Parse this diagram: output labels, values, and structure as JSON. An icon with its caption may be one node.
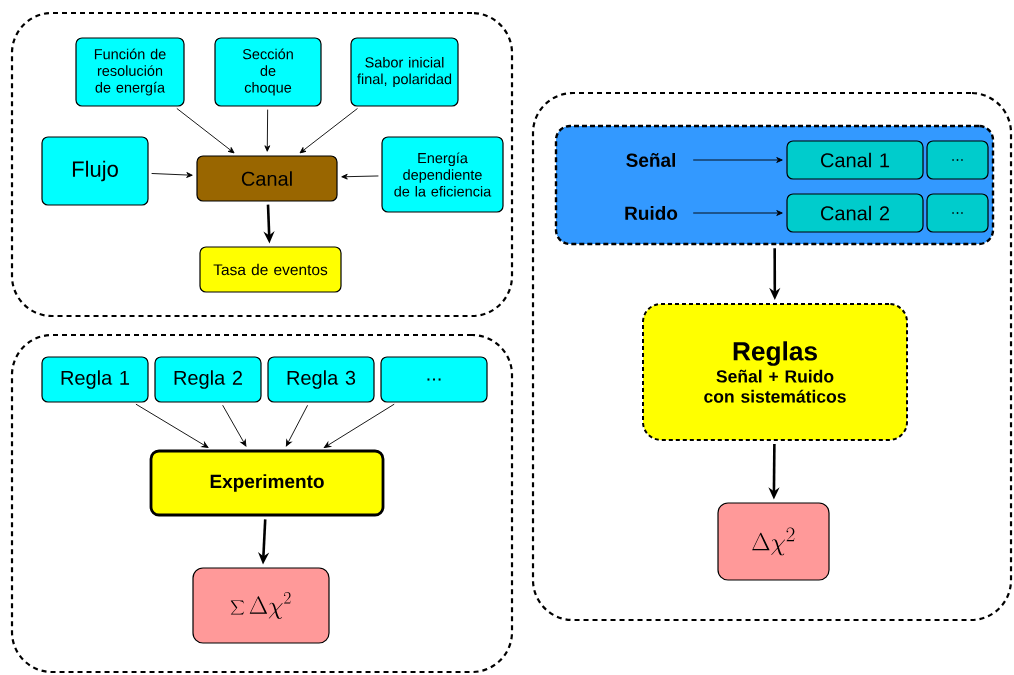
{
  "diagram": {
    "nodes": [
      {
        "text": [],
        "shape": "box"
      },
      {
        "text": [
          "Función de resolución de energía"
        ],
        "in": 0
      },
      {
        "text": [
          "Sección de choque"
        ],
        "in": 0
      },
      {
        "text": [
          "Sabor inicial final, polaridad"
        ],
        "in": 0
      },
      {
        "text": [
          "Flujo"
        ],
        "in": 0
      },
      {
        "text": [
          "Canal"
        ],
        "in": 0
      },
      {
        "text": [
          "Energía dependiente de la eficiencia"
        ],
        "in": 0
      },
      {
        "text": [
          "Tasa de eventos"
        ],
        "in": 0
      },
      {
        "text": [],
        "shape": "box"
      },
      {
        "text": [
          "Regla 1"
        ],
        "in": 8
      },
      {
        "text": [
          "Regla 2"
        ],
        "in": 8
      },
      {
        "text": [
          "Regla 3"
        ],
        "in": 8
      },
      {
        "text": [
          "..."
        ],
        "in": 8
      },
      {
        "text": [
          "Experimento"
        ],
        "in": 8
      },
      {
        "text": [
          "\\sum \\Delta\\chi^{2}"
        ],
        "in": 8
      },
      {
        "text": [],
        "shape": "box"
      },
      {
        "text": [],
        "shape": "box",
        "in": 15
      },
      {
        "text": [
          "Señal"
        ],
        "in": 16
      },
      {
        "text": [
          "Ruido"
        ],
        "in": 16
      },
      {
        "text": [
          "Canal 1"
        ],
        "in": 16
      },
      {
        "text": [
          "..."
        ],
        "in": 16
      },
      {
        "text": [
          "Canal 2"
        ],
        "in": 16
      },
      {
        "text": [
          "..."
        ],
        "in": 16
      },
      {
        "text": [
          "Reglas",
          "Señal + Ruido con sistemáticos"
        ],
        "in": 15
      },
      {
        "text": [
          "\\Delta\\chi^{2}"
        ],
        "in": 15
      }
    ],
    "edges": [
      {
        "from": 1,
        "to": 5,
        "arrow": "to"
      },
      {
        "from": 2,
        "to": 5,
        "arrow": "to"
      },
      {
        "from": 3,
        "to": 5,
        "arrow": "to"
      },
      {
        "from": 4,
        "to": 5,
        "arrow": "to"
      },
      {
        "from": 6,
        "to": 5,
        "arrow": "to"
      },
      {
        "from": 5,
        "to": 7,
        "arrow": "to",
        "style": "thick"
      },
      {
        "from": 9,
        "to": 13,
        "arrow": "to"
      },
      {
        "from": 10,
        "to": 13,
        "arrow": "to"
      },
      {
        "from": 11,
        "to": 13,
        "arrow": "to"
      },
      {
        "from": 12,
        "to": 13,
        "arrow": "to"
      },
      {
        "from": 13,
        "to": 14,
        "arrow": "to",
        "style": "thick"
      },
      {
        "from": 17,
        "to": 19,
        "arrow": "to"
      },
      {
        "from": 18,
        "to": 21,
        "arrow": "to"
      },
      {
        "from": 16,
        "to": 23,
        "arrow": "to",
        "style": "thick"
      },
      {
        "from": 23,
        "to": 24,
        "arrow": "to",
        "style": "thick"
      }
    ]
  }
}
